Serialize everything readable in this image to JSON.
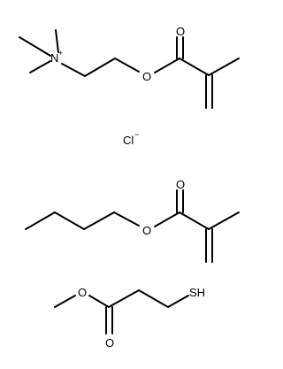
{
  "molecules": [
    {
      "id": "trimethylammonium-ethyl-methacrylate",
      "atoms": {
        "nitrogen": "N",
        "nitrogen_charge": "+",
        "ester_oxygen": "O",
        "carbonyl_oxygen": "O"
      }
    },
    {
      "id": "chloride-ion",
      "atoms": {
        "chlorine": "Cl",
        "chlorine_charge": "−"
      }
    },
    {
      "id": "butyl-methacrylate",
      "atoms": {
        "ester_oxygen": "O",
        "carbonyl_oxygen": "O"
      }
    },
    {
      "id": "methyl-3-mercaptopropionate",
      "atoms": {
        "ester_oxygen": "O",
        "carbonyl_oxygen": "O",
        "thiol": "SH"
      }
    }
  ]
}
